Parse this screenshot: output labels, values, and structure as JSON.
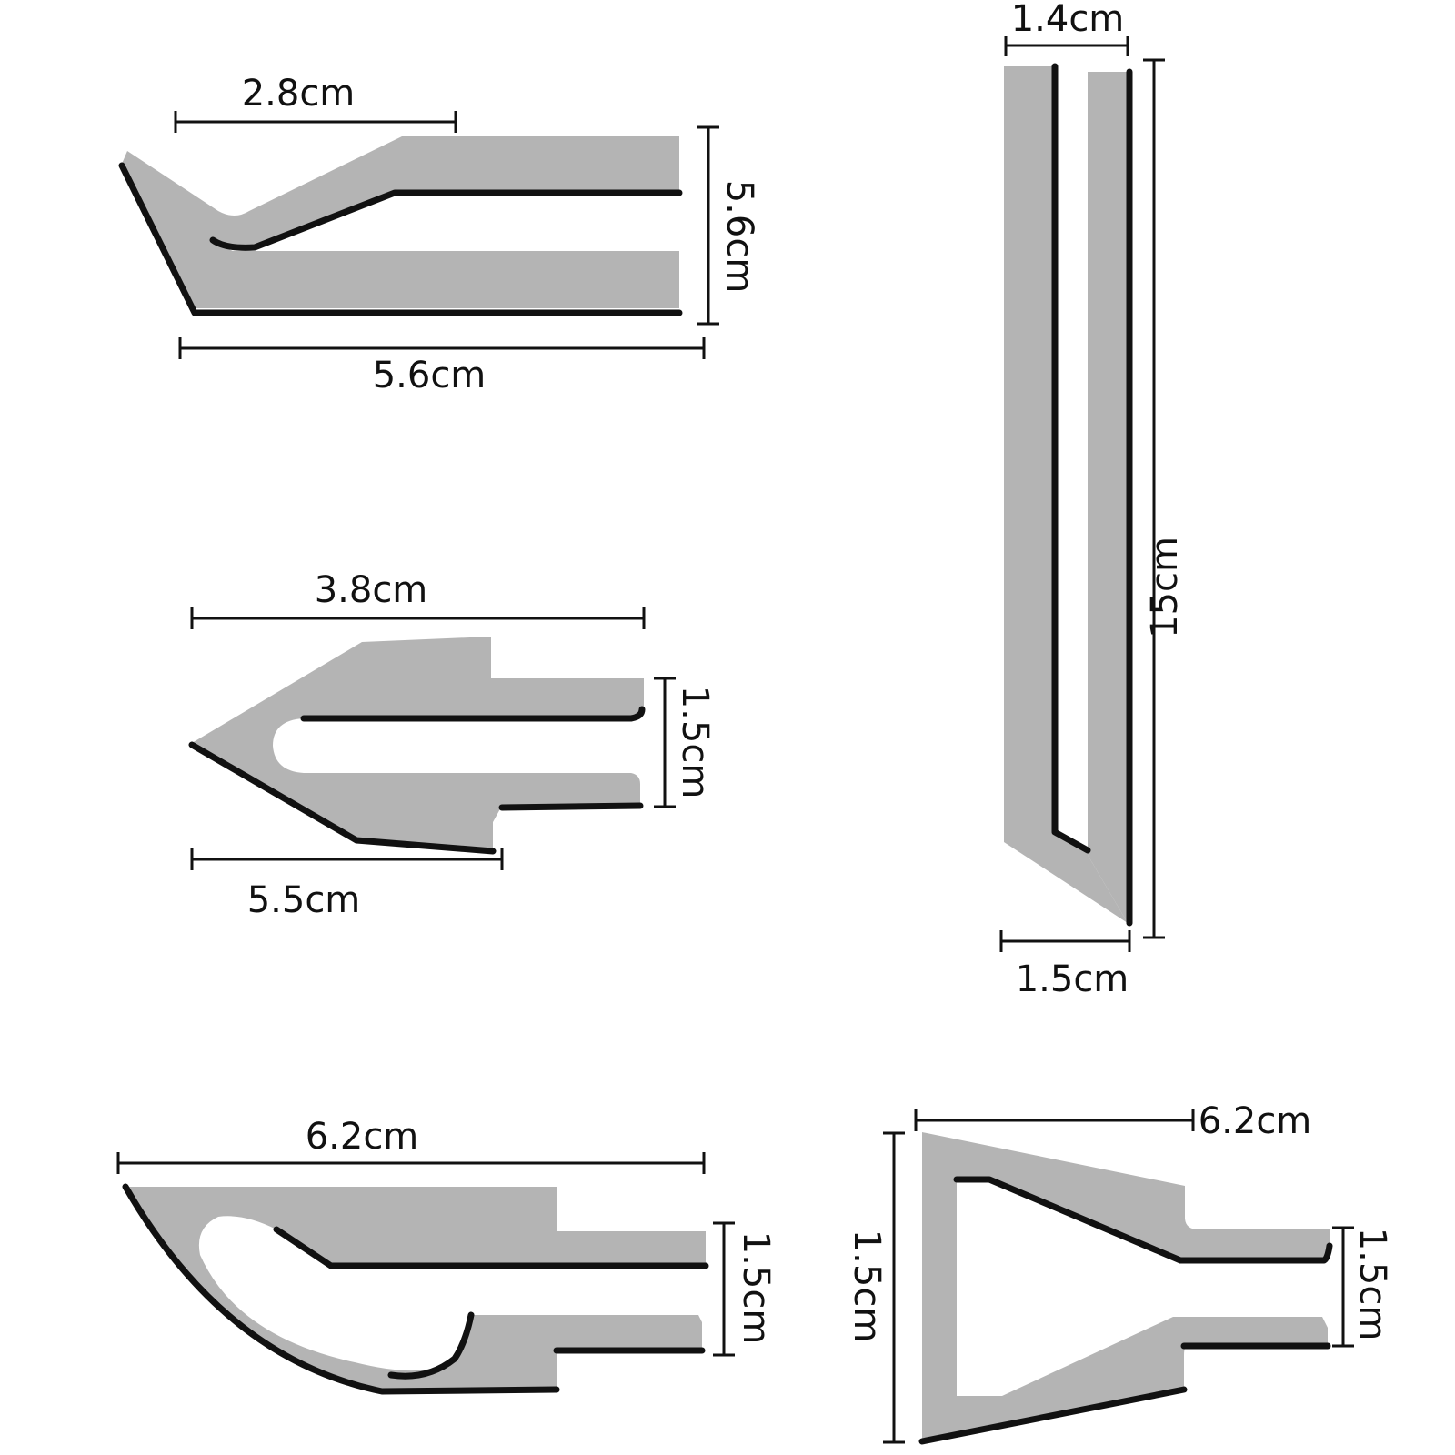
{
  "colors": {
    "blade": "#b4b4b4",
    "edge": "#111111",
    "dimension": "#111111",
    "background": "#ffffff"
  },
  "blades": {
    "hook": {
      "top_width": "2.8cm",
      "height": "5.6cm",
      "length": "5.6cm"
    },
    "arrow": {
      "top_width": "3.8cm",
      "height": "1.5cm",
      "length": "5.5cm"
    },
    "long": {
      "top_width": "1.4cm",
      "height": "15cm",
      "bottom_width": "1.5cm"
    },
    "curved": {
      "width": "6.2cm",
      "shank": "1.5cm"
    },
    "trapezoid": {
      "width": "6.2cm",
      "height": "1.5cm",
      "shank": "1.5cm"
    }
  }
}
